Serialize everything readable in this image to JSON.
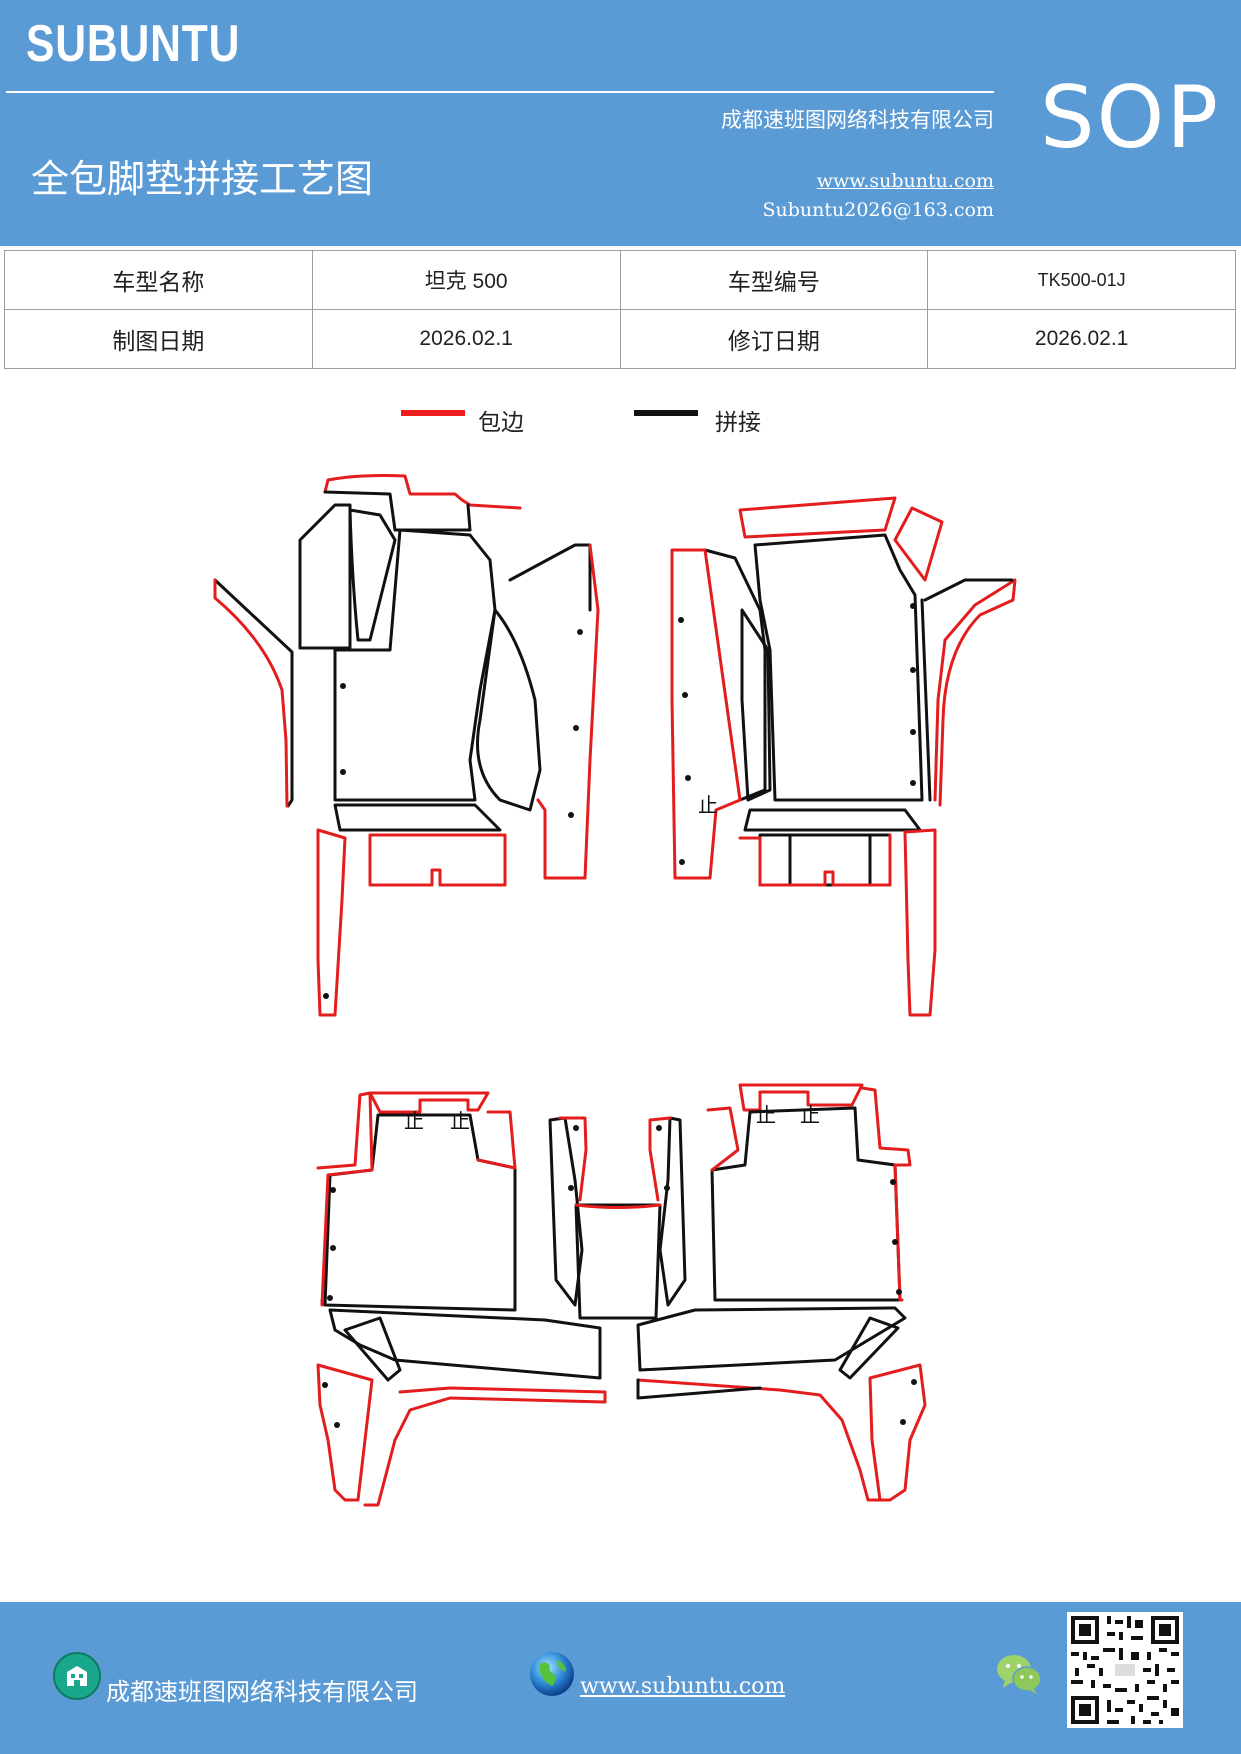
{
  "header": {
    "brand": "SUBUNTU",
    "company": "成都速班图网络科技有限公司",
    "title": "全包脚垫拼接工艺图",
    "website": "www.subuntu.com",
    "email": "Subuntu2026@163.com",
    "badge": "SOP"
  },
  "info_table": {
    "model_name_label": "车型名称",
    "model_name_value": "坦克 500",
    "model_code_label": "车型编号",
    "model_code_value": "TK500-01J",
    "draw_date_label": "制图日期",
    "draw_date_value": "2026.02.1",
    "revise_date_label": "修订日期",
    "revise_date_value": "2026.02.1"
  },
  "legend": {
    "edge_label": "包边",
    "edge_color": "#ee1c1c",
    "join_label": "拼接",
    "join_color": "#111111"
  },
  "footer": {
    "company": "成都速班图网络科技有限公司",
    "website": "www.subuntu.com"
  },
  "colors": {
    "header_bg": "#5b9bd5",
    "edge": "#e31d1d",
    "join": "#111111"
  },
  "icons": [
    "building-icon",
    "globe-icon",
    "wechat-icon",
    "qr-code"
  ]
}
